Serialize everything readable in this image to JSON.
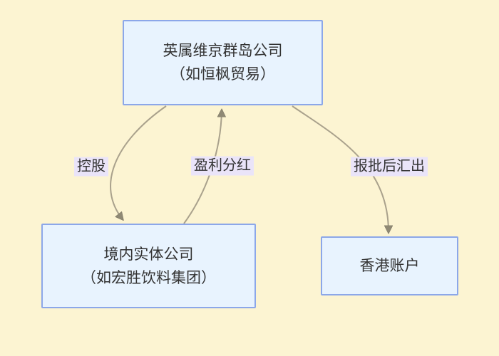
{
  "canvas": {
    "background_color": "#FCF4D2"
  },
  "palette": {
    "node_fill": "#E8F3FE",
    "node_border": "#8CA7E9",
    "edge_line": "#A9A18C",
    "arrowhead": "#8F8975",
    "edge_label_bg": "#EAE4F9",
    "text": "#333333"
  },
  "diagram": {
    "nodes": [
      {
        "id": "bvi-company",
        "line1": "英属维京群岛公司",
        "line2": "（如恒枫贸易）"
      },
      {
        "id": "domestic-company",
        "line1": "境内实体公司",
        "line2": "（如宏胜饮料集团）"
      },
      {
        "id": "hk-account",
        "line1": "香港账户"
      }
    ],
    "edges": [
      {
        "from": "bvi-company",
        "to": "domestic-company",
        "label": "控股"
      },
      {
        "from": "domestic-company",
        "to": "bvi-company",
        "label": "盈利分红"
      },
      {
        "from": "bvi-company",
        "to": "hk-account",
        "label": "报批后汇出"
      }
    ]
  }
}
